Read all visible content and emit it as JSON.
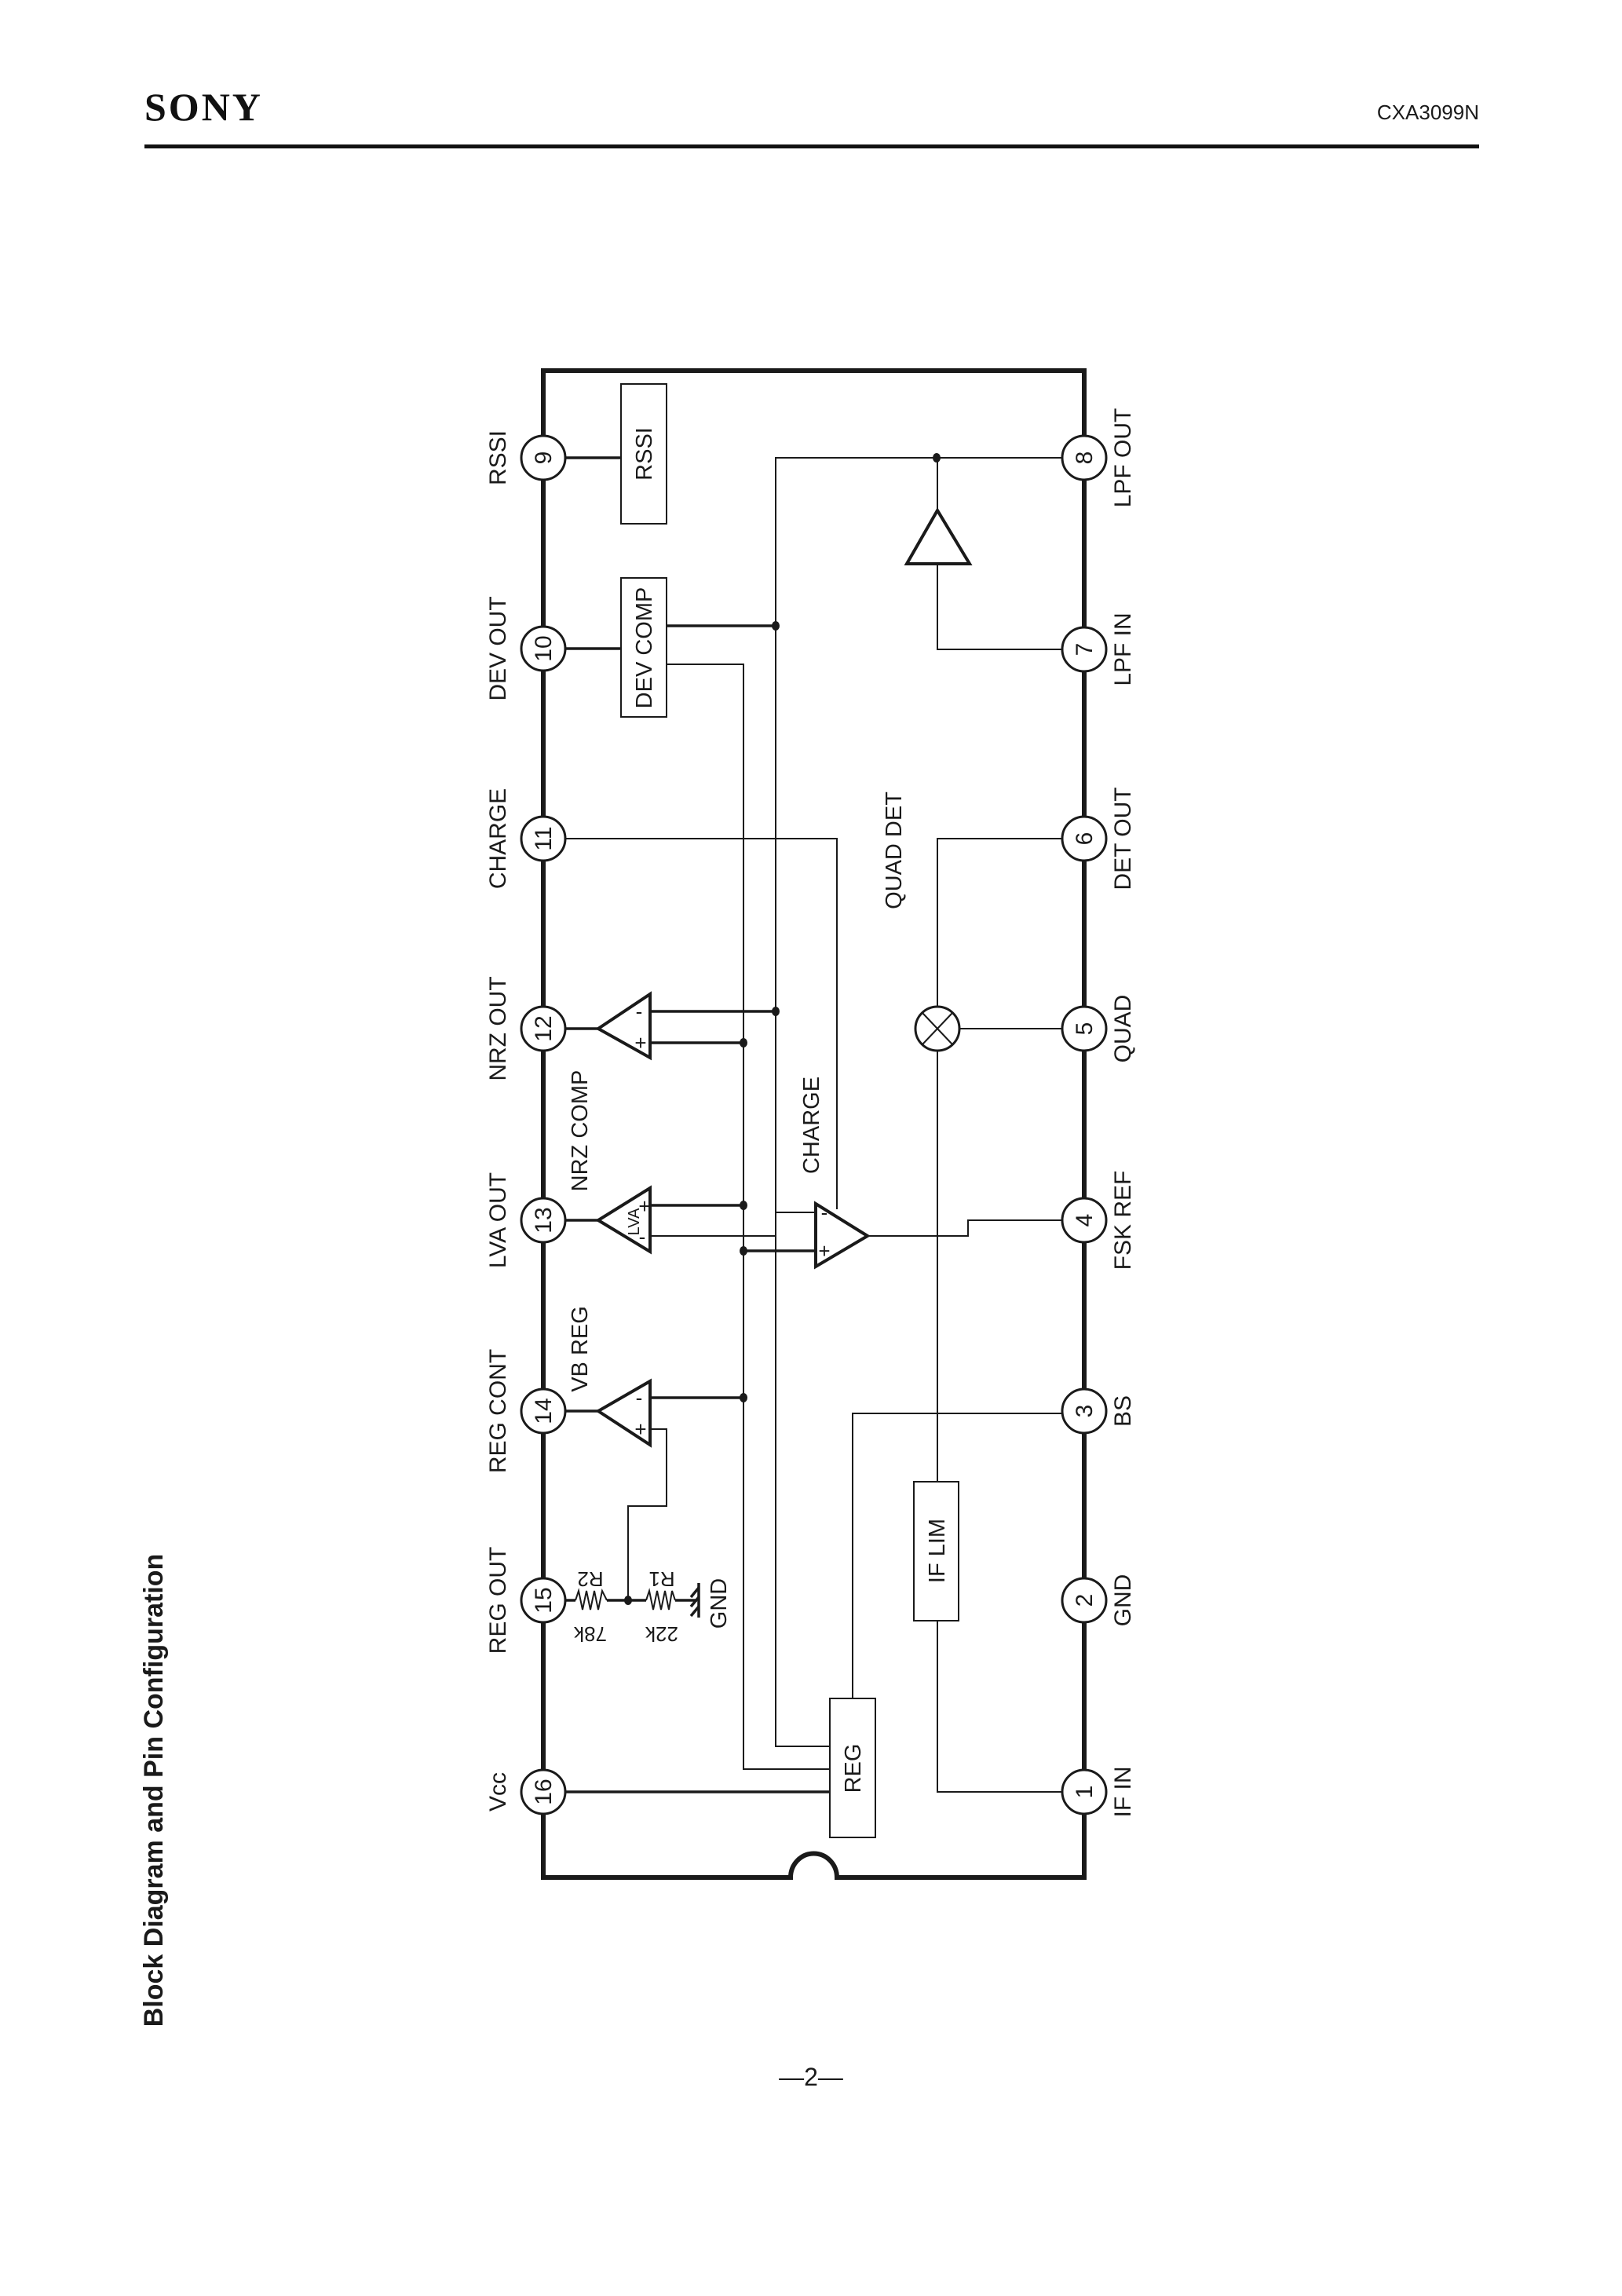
{
  "header": {
    "brand": "SONY",
    "part_number": "CXA3099N"
  },
  "section_title": "Block Diagram and Pin Configuration",
  "footer": {
    "page": "—2—"
  },
  "pins_left": [
    {
      "num": "9",
      "label": "RSSI"
    },
    {
      "num": "10",
      "label": "DEV OUT"
    },
    {
      "num": "11",
      "label": "CHARGE"
    },
    {
      "num": "12",
      "label": "NRZ OUT"
    },
    {
      "num": "13",
      "label": "LVA OUT"
    },
    {
      "num": "14",
      "label": "REG CONT"
    },
    {
      "num": "15",
      "label": "REG OUT"
    },
    {
      "num": "16",
      "label": "Vcc"
    }
  ],
  "pins_right": [
    {
      "num": "8",
      "label": "LPF OUT"
    },
    {
      "num": "7",
      "label": "LPF IN"
    },
    {
      "num": "6",
      "label": "DET OUT"
    },
    {
      "num": "5",
      "label": "QUAD"
    },
    {
      "num": "4",
      "label": "FSK REF"
    },
    {
      "num": "3",
      "label": "BS"
    },
    {
      "num": "2",
      "label": "GND"
    },
    {
      "num": "1",
      "label": "IF IN"
    }
  ],
  "blocks": {
    "rssi": "RSSI",
    "dev_comp": "DEV COMP",
    "if_lim": "IF LIM",
    "reg": "REG",
    "quad_det": "QUAD DET",
    "charge": "CHARGE",
    "nrz_comp": "NRZ COMP",
    "vb_reg": "VB REG",
    "lva": "LVA"
  },
  "components": {
    "r2": {
      "name": "R2",
      "value": "78k"
    },
    "r1": {
      "name": "R1",
      "value": "22k"
    },
    "gnd": "GND"
  },
  "opamp_signs": {
    "minus": "-",
    "plus": "+"
  }
}
